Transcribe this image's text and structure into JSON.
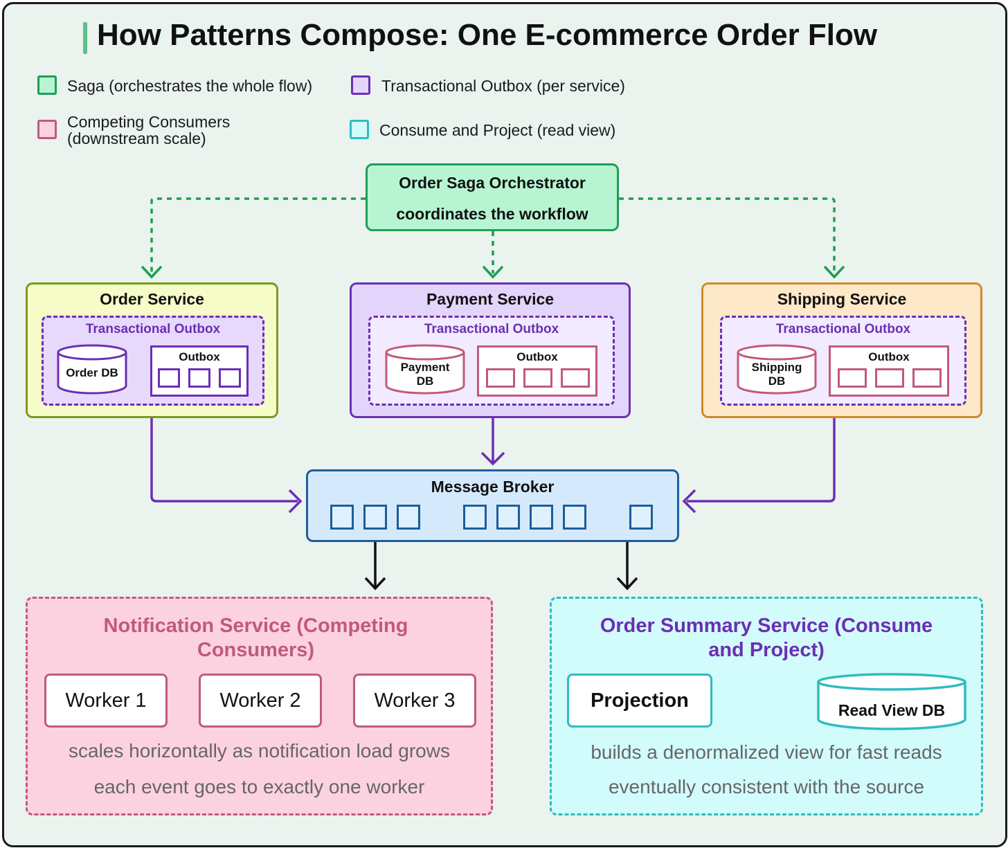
{
  "title": "How Patterns Compose: One E-commerce Order Flow",
  "legend": [
    {
      "label": "Saga (orchestrates the whole flow)",
      "color": "#1e9e55",
      "fill": "#b7f5d2"
    },
    {
      "label": "Transactional Outbox (per service)",
      "color": "#6b2fb3",
      "fill": "#e3d4fb"
    },
    {
      "label": "Competing Consumers (downstream scale)",
      "label_line1": "Competing Consumers",
      "label_line2": "(downstream scale)",
      "color": "#c05a7a",
      "fill": "#fcd2e0"
    },
    {
      "label": "Consume and Project (read view)",
      "color": "#2fbcbf",
      "fill": "#d2fbfb"
    }
  ],
  "orchestrator": {
    "line1": "Order Saga Orchestrator",
    "line2": "coordinates the workflow"
  },
  "services": [
    {
      "name": "Order Service",
      "outbox_title": "Transactional Outbox",
      "db_line1": "Order DB",
      "db_line2": "",
      "outbox_label": "Outbox"
    },
    {
      "name": "Payment Service",
      "outbox_title": "Transactional Outbox",
      "db_line1": "Payment",
      "db_line2": "DB",
      "outbox_label": "Outbox"
    },
    {
      "name": "Shipping Service",
      "outbox_title": "Transactional Outbox",
      "db_line1": "Shipping",
      "db_line2": "DB",
      "outbox_label": "Outbox"
    }
  ],
  "broker": {
    "label": "Message Broker"
  },
  "notification": {
    "title_line1": "Notification Service (Competing",
    "title_line2": "Consumers)",
    "workers": [
      "Worker 1",
      "Worker 2",
      "Worker 3"
    ],
    "note1": "scales horizontally as notification load grows",
    "note2": "each event goes to exactly one worker"
  },
  "summary": {
    "title_line1": "Order Summary Service (Consume",
    "title_line2": "and Project)",
    "projection": "Projection",
    "read_db": "Read View DB",
    "note1": "builds a denormalized view for fast reads",
    "note2": "eventually consistent with the source"
  }
}
